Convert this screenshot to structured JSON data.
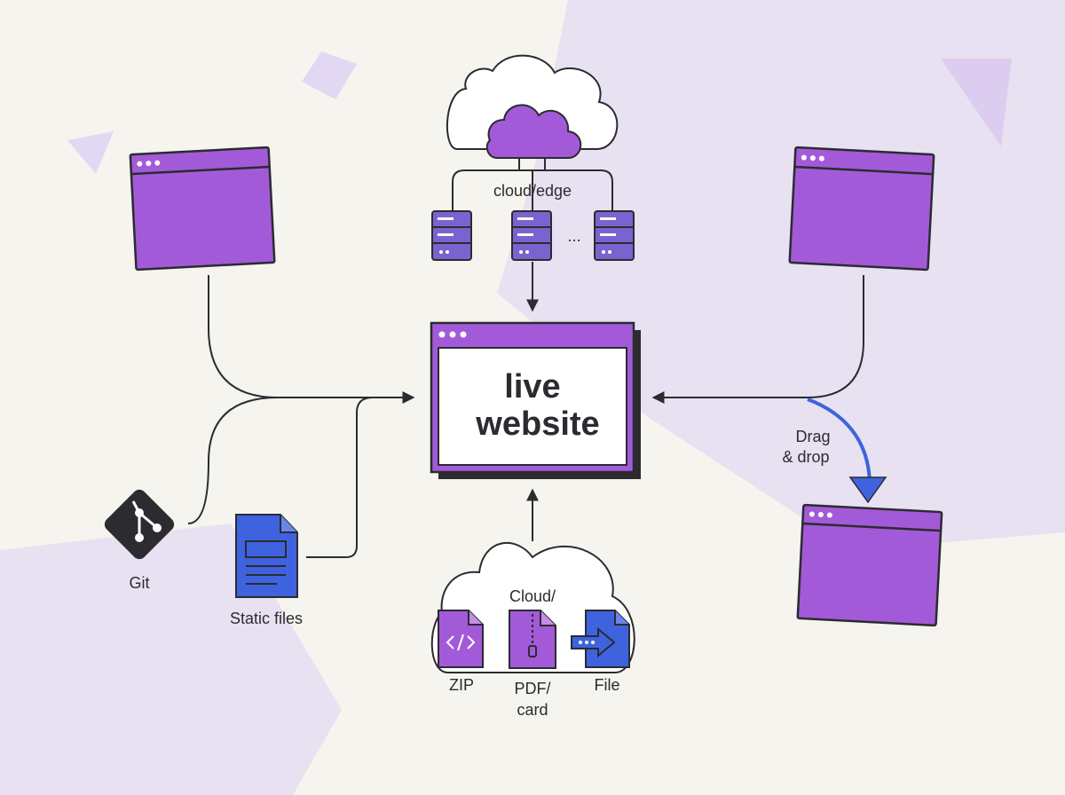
{
  "center": {
    "line1": "live",
    "line2": "website"
  },
  "labels": {
    "cloud_edge": "cloud/edge",
    "ellipsis": "...",
    "git": "Git",
    "static_files": "Static files",
    "drag_drop_1": "Drag",
    "drag_drop_2": "& drop",
    "cloud_bottom": "Cloud/",
    "zip": "ZIP",
    "pdf_1": "PDF/",
    "pdf_2": "card",
    "file": "File"
  },
  "colors": {
    "background": "#f5f4ee",
    "purple": "#a35ad8",
    "purple_light": "#e6dcf3",
    "indigo": "#7b63cf",
    "blue": "#3f63de",
    "ink": "#2b2b30"
  },
  "icons": {
    "git": "git-logo-icon",
    "static_files": "document-icon",
    "zip": "code-file-icon",
    "pdf": "zip-file-icon",
    "file": "arrow-file-icon",
    "cloud": "cloud-icon",
    "server": "server-icon"
  }
}
